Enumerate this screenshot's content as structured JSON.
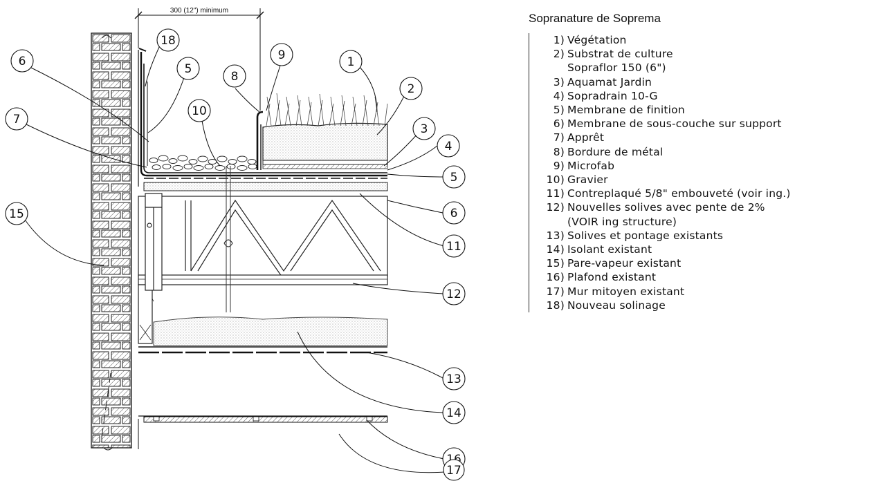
{
  "dimension": {
    "label": "300 (12\") minimum"
  },
  "legend": {
    "title": "Sopranature de Soprema",
    "items": [
      {
        "num": "1)",
        "text": "Végétation"
      },
      {
        "num": "2)",
        "text": "Substrat de culture\nSopraflor 150 (6\")"
      },
      {
        "num": "3)",
        "text": "Aquamat Jardin"
      },
      {
        "num": "4)",
        "text": "Sopradrain 10-G"
      },
      {
        "num": "5)",
        "text": "Membrane de finition"
      },
      {
        "num": "6)",
        "text": "Membrane de sous-couche sur support"
      },
      {
        "num": "7)",
        "text": "Apprêt"
      },
      {
        "num": "8)",
        "text": "Bordure de métal"
      },
      {
        "num": "9)",
        "text": "Microfab"
      },
      {
        "num": "10)",
        "text": "Gravier"
      },
      {
        "num": "11)",
        "text": "Contreplaqué 5/8\" embouveté (voir ing.)"
      },
      {
        "num": "12)",
        "text": "Nouvelles solives avec pente de 2%\n(VOIR ing structure)"
      },
      {
        "num": "13)",
        "text": "Solives et pontage existants"
      },
      {
        "num": "14)",
        "text": "Isolant existant"
      },
      {
        "num": "15)",
        "text": "Pare-vapeur existant"
      },
      {
        "num": "16)",
        "text": "Plafond existant"
      },
      {
        "num": "17)",
        "text": "Mur mitoyen existant"
      },
      {
        "num": "18)",
        "text": "Nouveau solinage"
      }
    ]
  },
  "callouts": [
    "1",
    "2",
    "3",
    "4",
    "5",
    "5",
    "6",
    "6",
    "7",
    "8",
    "9",
    "10",
    "11",
    "12",
    "13",
    "14",
    "15",
    "16",
    "17",
    "18"
  ]
}
